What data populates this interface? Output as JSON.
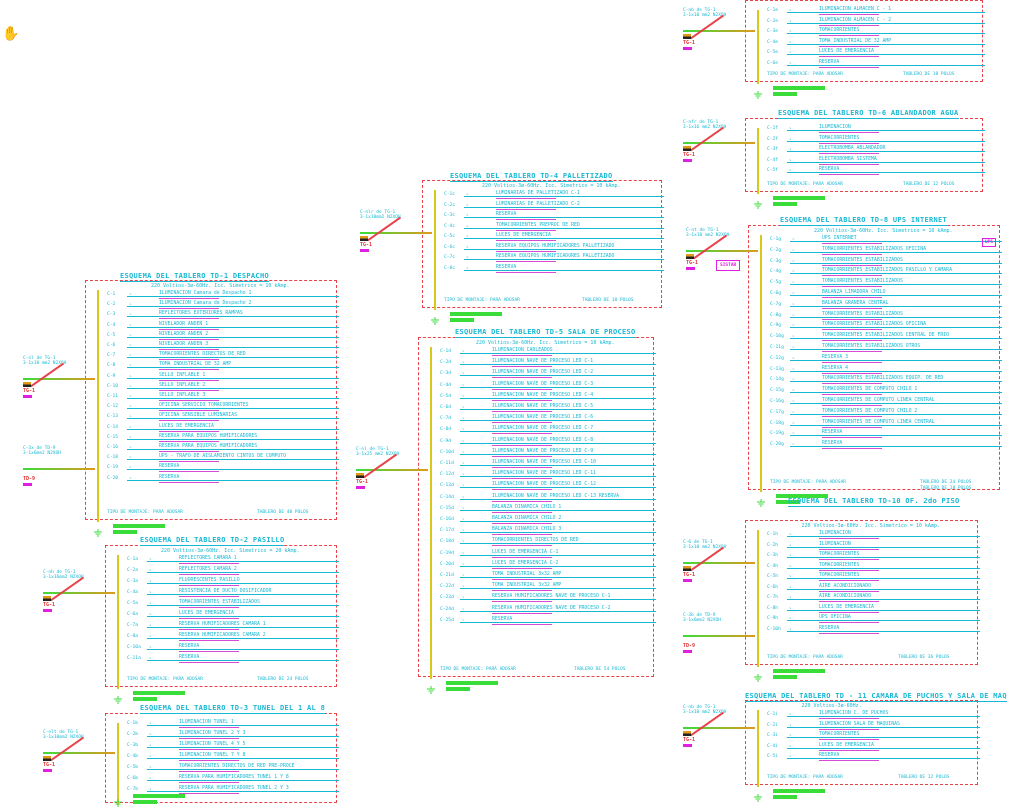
{
  "cursor_icon": "hand-icon",
  "colors": {
    "box": "#e8424a",
    "text": "#17b8d4",
    "bus": "#d8c81a",
    "ground": "#3adc3a",
    "tag": "#e020e0"
  },
  "panels": [
    {
      "id": "td1",
      "title": "ESQUEMA DEL TABLERO TD-1   DESPACHO",
      "sub": "220 Voltios-3ø-60Hz.    Icc. Simetrico = 10 kAmp.",
      "feed": [
        "C-nl de TG-1",
        "3-1x10 mm2 N2XOH"
      ],
      "tg": "TG-1",
      "feed2": [
        "C-3x de TD-9",
        "3-1x6mm2 N2XOH"
      ],
      "tg2": "TD-9",
      "rows": [
        {
          "code": "C-1",
          "label": "ILUMINACION Camara de Despacho 1"
        },
        {
          "code": "C-2",
          "label": "ILUMINACION Camara de Despacho 2"
        },
        {
          "code": "C-3",
          "label": "REFLECTORES EXTERIORES RAMPAS"
        },
        {
          "code": "C-4",
          "label": "NIVELADOR ANDEN 1"
        },
        {
          "code": "C-5",
          "label": "NIVELADOR ANDEN 2"
        },
        {
          "code": "C-6",
          "label": "NIVELADOR ANDEN 3"
        },
        {
          "code": "C-7",
          "label": "TOMACORRIENTES DIRECTOS DE RED"
        },
        {
          "code": "C-8",
          "label": "TOMA INDUSTRIAL DE 32 AMP"
        },
        {
          "code": "C-9",
          "label": "SELLO INFLABLE 1"
        },
        {
          "code": "C-10",
          "label": "SELLO INFLABLE 2"
        },
        {
          "code": "C-11",
          "label": "SELLO INFLABLE 3"
        },
        {
          "code": "C-12",
          "label": "OFICINA SERVICIO TOMACORRIENTES"
        },
        {
          "code": "C-13",
          "label": "OFICINA SENSIBLE LUMINARIAS"
        },
        {
          "code": "C-14",
          "label": "LUCES DE EMERGENCIA"
        },
        {
          "code": "C-15",
          "label": "RESERVA PARA EQUIPOS HUMIFICADORES"
        },
        {
          "code": "C-16",
          "label": "RESERVA PARA EQUIPOS HUMIFICADORES"
        },
        {
          "code": "C-18",
          "label": "UPS - TRAFO DE AISLAMIENTO CINTOS DE COMPUTO"
        },
        {
          "code": "C-19",
          "label": "RESERVA"
        },
        {
          "code": "C-20",
          "label": "RESERVA"
        }
      ],
      "foot_left": "TIPO DE MONTAJE: PARA ADOSAR",
      "foot_right": "TABLERO DE 48 POLOS"
    },
    {
      "id": "td2",
      "title": "ESQUEMA DEL TABLERO TD-2     PASILLO",
      "sub": "220 Voltios-3ø-60Hz.    Icc. Simetrico = 20 kAmp.",
      "feed": [
        "C-nh de TG-1",
        "3-1x16mm2 N2XOH"
      ],
      "tg": "TG-1",
      "rows": [
        {
          "code": "C-1a",
          "label": "REFLECTORES  CAMARA 1"
        },
        {
          "code": "C-2a",
          "label": "REFLECTORES  CAMARA 2"
        },
        {
          "code": "C-3a",
          "label": "FLUORESCENTES PASILLO"
        },
        {
          "code": "C-4a",
          "label": "RESISTENCIA DE DUCTO DOSIFICADOR"
        },
        {
          "code": "C-5a",
          "label": "TOMACORRIENTES ESTABILIZADOS"
        },
        {
          "code": "C-6a",
          "label": "LUCES DE EMERGENCIA"
        },
        {
          "code": "C-7a",
          "label": "RESERVA HUMIFICADORES CAMARA 1"
        },
        {
          "code": "C-8a",
          "label": "RESERVA HUMIFICADORES CAMARA 2"
        },
        {
          "code": "C-10a",
          "label": "RESERVA"
        },
        {
          "code": "C-11a",
          "label": "RESERVA"
        }
      ],
      "foot_left": "TIPO DE MONTAJE: PARA ADOSAR",
      "foot_right": "TABLERO DE 24 POLOS"
    },
    {
      "id": "td3",
      "title": "ESQUEMA DEL TABLERO TD-3     TUNEL DEL 1 AL 8",
      "sub": "",
      "feed": [
        "C-nlt de TG-1",
        "3-1x10mm2 N2XOH"
      ],
      "tg": "TG-1",
      "rows": [
        {
          "code": "C-1b",
          "label": "ILUMINACION  TUNEL 1"
        },
        {
          "code": "C-2b",
          "label": "ILUMINACION  TUNEL 2 Y 3"
        },
        {
          "code": "C-3b",
          "label": "ILUMINACION  TUNEL 4 Y 5"
        },
        {
          "code": "C-4b",
          "label": "ILUMINACION  TUNEL 7 Y 8"
        },
        {
          "code": "C-5b",
          "label": "TOMACORRIENTES DIRECTOS DE RED PRE-PROCE"
        },
        {
          "code": "C-6b",
          "label": "RESERVA PARA HUMIFICADORES TUNEL 1 Y 8"
        },
        {
          "code": "C-7b",
          "label": "RESERVA PARA HUMIFICADORES TUNEL 2 Y 3"
        }
      ],
      "foot_left": "",
      "foot_right": ""
    },
    {
      "id": "td4",
      "title": "ESQUEMA DEL TABLERO TD-4   PALLETIZADO",
      "sub": "220 Voltios-3ø-60Hz.    Icc. Simetrico = 10 kAmp.",
      "feed": [
        "C-nlr de TG-1",
        "3-1x10mm2 N2XOH"
      ],
      "tg": "TG-1",
      "rows": [
        {
          "code": "C-1c",
          "label": "LUMINARIAS DE PALLETIZADO C-1"
        },
        {
          "code": "C-2c",
          "label": "LUMINARIAS DE PALLETIZADO C-2"
        },
        {
          "code": "C-3c",
          "label": "RESERVA"
        },
        {
          "code": "C-4c",
          "label": "TOMACORRIENTES PREPROC DE RED"
        },
        {
          "code": "C-5c",
          "label": "LUCES DE EMERGENCIA"
        },
        {
          "code": "C-6c",
          "label": "RESERVA EQUIPOS HUMIFICADORES PALLETIZADO"
        },
        {
          "code": "C-7c",
          "label": "RESERVA EQUIPOS HUMIFICADORES PALLETIZADO"
        },
        {
          "code": "C-8c",
          "label": "RESERVA"
        }
      ],
      "foot_left": "TIPO DE MONTAJE: PARA ADOSAR",
      "foot_right": "TABLERO DE 18 POLOS"
    },
    {
      "id": "td5",
      "title": "ESQUEMA DEL TABLERO TD-5   SALA DE PROCESO",
      "sub": "220 Voltios-3ø-60Hz.    Icc. Simetrico = 10 kAmp.",
      "feed": [
        "C-nl de TG-1",
        "3-1x25 mm2 N2XOH"
      ],
      "tg": "TG-1",
      "rows": [
        {
          "code": "C-1d",
          "label": "ILUMINACION  CARLEADOS"
        },
        {
          "code": "C-2d",
          "label": "ILUMINACION NAVE DE PROCESO LED C-1"
        },
        {
          "code": "C-3d",
          "label": "ILUMINACION NAVE DE PROCESO LED C-2"
        },
        {
          "code": "C-4d",
          "label": "ILUMINACION NAVE DE PROCESO LED C-3"
        },
        {
          "code": "C-5d",
          "label": "ILUMINACION NAVE DE PROCESO LED C-4"
        },
        {
          "code": "C-6d",
          "label": "ILUMINACION NAVE DE PROCESO LED C-5"
        },
        {
          "code": "C-7d",
          "label": "ILUMINACION NAVE DE PROCESO LED C-6"
        },
        {
          "code": "C-8d",
          "label": "ILUMINACION NAVE DE PROCESO LED C-7"
        },
        {
          "code": "C-9d",
          "label": "ILUMINACION NAVE DE PROCESO LED C-8"
        },
        {
          "code": "C-10d",
          "label": "ILUMINACION NAVE DE PROCESO LED C-9"
        },
        {
          "code": "C-11d",
          "label": "ILUMINACION NAVE DE PROCESO LED C-10"
        },
        {
          "code": "C-12d",
          "label": "ILUMINACION NAVE DE PROCESO LED C-11"
        },
        {
          "code": "C-13d",
          "label": "ILUMINACION NAVE DE PROCESO LED C-12"
        },
        {
          "code": "C-14d",
          "label": "ILUMINACION NAVE DE PROCESO LED C-13 RESERVA"
        },
        {
          "code": "C-15d",
          "label": "BALANZA DINAMICA CHILO 1"
        },
        {
          "code": "C-16d",
          "label": "BALANZA DINAMICA CHILO 2"
        },
        {
          "code": "C-17d",
          "label": "BALANZA DINAMICA CHILO 3"
        },
        {
          "code": "C-18d",
          "label": "TOMACORRIENTES DIRECTOS DE RED"
        },
        {
          "code": "C-19d",
          "label": "LUCES DE EMERGENCIA C-1"
        },
        {
          "code": "C-20d",
          "label": "LUCES DE EMERGENCIA C-2"
        },
        {
          "code": "C-21d",
          "label": "TOMA INDUSTRIAL 3x32 AMP"
        },
        {
          "code": "C-22d",
          "label": "TOMA INDUSTRIAL 3x32 AMP"
        },
        {
          "code": "C-23d",
          "label": "RESERVA HUMIFICADORES NAVE DE PROCESO C-1"
        },
        {
          "code": "C-24d",
          "label": "RESERVA HUMIFICADORES NAVE DE PROCESO C-2"
        },
        {
          "code": "C-25d",
          "label": "RESERVA"
        }
      ],
      "foot_left": "TIPO DE MONTAJE: PARA ADOSAR",
      "foot_right": "TABLERO DE 54 POLOS"
    },
    {
      "id": "tda",
      "title": "",
      "sub": "",
      "feed": [
        "C-nb de TG-1",
        "3-1x10 mm2 N2XOH"
      ],
      "tg": "TG-1",
      "rows": [
        {
          "code": "C-1e",
          "label": "ILUMINACION ALMACEN C - 1"
        },
        {
          "code": "C-2e",
          "label": "ILUMINACION ALMACEN C - 2"
        },
        {
          "code": "C-3e",
          "label": "TOMACORRIENTES"
        },
        {
          "code": "C-4e",
          "label": "TOMA INDUSTRIAL DE 32 AMP"
        },
        {
          "code": "C-5e",
          "label": "LUCES DE EMERGENCIA"
        },
        {
          "code": "C-6e",
          "label": "RESERVA"
        }
      ],
      "foot_left": "TIPO DE MONTAJE: PARA ADOSAR",
      "foot_right": "TABLERO DE 18 POLOS"
    },
    {
      "id": "td6",
      "title": "ESQUEMA DEL TABLERO TD-6   ABLANDADOR AGUA",
      "sub": "",
      "feed": [
        "C-nfr de TG-1",
        "3-1x16 mm2 N2XOH"
      ],
      "tg": "TG-1",
      "rows": [
        {
          "code": "C-1f",
          "label": "ILUMINACION"
        },
        {
          "code": "C-2f",
          "label": "TOMACORRIENTES"
        },
        {
          "code": "C-3f",
          "label": "ELECTROBOMBA ABLANDADOR"
        },
        {
          "code": "C-4f",
          "label": "ELECTROBOMBA SISTEMA"
        },
        {
          "code": "C-5f",
          "label": "RESERVA"
        }
      ],
      "foot_left": "TIPO DE MONTAJE: PARA ADOSAR",
      "foot_right": "TABLERO DE 12 POLOS"
    },
    {
      "id": "td8",
      "title": "ESQUEMA DEL TABLERO TD-8   UPS INTERNET",
      "sub": "220 Voltios-3ø-60Hz.    Icc. Simetrico = 10 kAmp.",
      "feed": [
        "C-nt de TG-1",
        "3-1x10 mm2 N2XOH"
      ],
      "tg": "TG-1",
      "box_label": "SISTAB",
      "ups_label": "UPS",
      "rows": [
        {
          "code": "C-1g",
          "label": "UPS INTERNET"
        },
        {
          "code": "C-2g",
          "label": "TOMACORRIENTES ESTABILIZADOS OFICINA"
        },
        {
          "code": "C-3g",
          "label": "TOMACORRIENTES ESTABILIZADOS"
        },
        {
          "code": "C-4g",
          "label": "TOMACORRIENTES ESTABILIZADOS PASILLO Y CAMARA"
        },
        {
          "code": "C-5g",
          "label": "TOMACORRIENTES ESTABILIZADOS"
        },
        {
          "code": "C-6g",
          "label": "BALANZA LIMADORA CHILO"
        },
        {
          "code": "C-7g",
          "label": "BALANZA GRANERA CENTRAL"
        },
        {
          "code": "C-8g",
          "label": "TOMACORRIENTES ESTABILIZADOS"
        },
        {
          "code": "C-9g",
          "label": "TOMACORRIENTES ESTABILIZADOS OFICINA"
        },
        {
          "code": "C-10g",
          "label": "TOMACORRIENTES ESTABILIZADOS CENTRAL DE FRIO"
        },
        {
          "code": "C-11g",
          "label": "TOMACORRIENTES ESTABILIZADOS OTROS"
        },
        {
          "code": "C-12g",
          "label": "RESERVA 3"
        },
        {
          "code": "C-13g",
          "label": "RESERVA 4"
        },
        {
          "code": "C-14g",
          "label": "TOMACORRIENTES ESTABILIZADOS EQUIP. DE RED"
        },
        {
          "code": "C-15g",
          "label": "TOMACORRIENTES DE COMPUTO CHILO 1"
        },
        {
          "code": "C-16g",
          "label": "TOMACORRIENTES DE COMPUTO LINEA CENTRAL"
        },
        {
          "code": "C-17g",
          "label": "TOMACORRIENTES DE COMPUTO CHILO 2"
        },
        {
          "code": "C-18g",
          "label": "TOMACORRIENTES DE COMPUTO LINEA CENTRAL"
        },
        {
          "code": "C-19g",
          "label": "RESERVA"
        },
        {
          "code": "C-20g",
          "label": "RESERVA"
        }
      ],
      "foot_left": "TIPO DE MONTAJE: PARA ADOSAR",
      "foot_right": "TABLERO DE 24 POLOS",
      "foot_right2": "TABLERO DE 18 POLOS"
    },
    {
      "id": "td10",
      "title": "ESQUEMA DEL TABLERO TD-10   OF. 2do PISO",
      "sub": "220 Voltios-3ø-60Hz.    Icc. Simetrico = 10 kAmp.",
      "feed": [
        "C-6 de TG-1",
        "3-1x10 mm2 N2XOH"
      ],
      "tg": "TG-1",
      "feed2": [
        "C-3b de TD-9",
        "3-1x6mm2 N2XOH"
      ],
      "tg2": "TD-9",
      "rows": [
        {
          "code": "C-1h",
          "label": "ILUMINACION"
        },
        {
          "code": "C-2h",
          "label": "ILUMINACION"
        },
        {
          "code": "C-3h",
          "label": "TOMACORRIENTES"
        },
        {
          "code": "C-4h",
          "label": "TOMACORRIENTES"
        },
        {
          "code": "C-5h",
          "label": "TOMACORRIENTES"
        },
        {
          "code": "C-6h",
          "label": "AIRE ACONDICIONADO"
        },
        {
          "code": "C-7h",
          "label": "AIRE ACONDICIONADO"
        },
        {
          "code": "C-8h",
          "label": "LUCES DE EMERGENCIA"
        },
        {
          "code": "C-9h",
          "label": "UPS OFICINA"
        },
        {
          "code": "C-10h",
          "label": "RESERVA"
        }
      ],
      "foot_left": "TIPO DE MONTAJE: PARA ADOSAR",
      "foot_right": "TABLERO DE 36 POLOS"
    },
    {
      "id": "td11",
      "title": "ESQUEMA DEL TABLERO TD - 11   CAMARA DE PUCHOS Y SALA DE MAQ",
      "sub": "220 Voltios-3ø-60Hz.",
      "feed": [
        "C-nb de TG-1",
        "3-1x10 mm2 N2XOH"
      ],
      "tg": "TG-1",
      "rows": [
        {
          "code": "C-1i",
          "label": "ILUMINACION C. DE PUCHOS"
        },
        {
          "code": "C-2i",
          "label": "ILUMINACION SALA DE MAQUINAS"
        },
        {
          "code": "C-3i",
          "label": "TOMACORRIENTES"
        },
        {
          "code": "C-4i",
          "label": "LUCES DE EMERGENCIA"
        },
        {
          "code": "C-5i",
          "label": "RESERVA"
        }
      ],
      "foot_left": "TIPO DE MONTAJE: PARA ADOSAR",
      "foot_right": "TABLERO DE 12 POLOS"
    }
  ]
}
